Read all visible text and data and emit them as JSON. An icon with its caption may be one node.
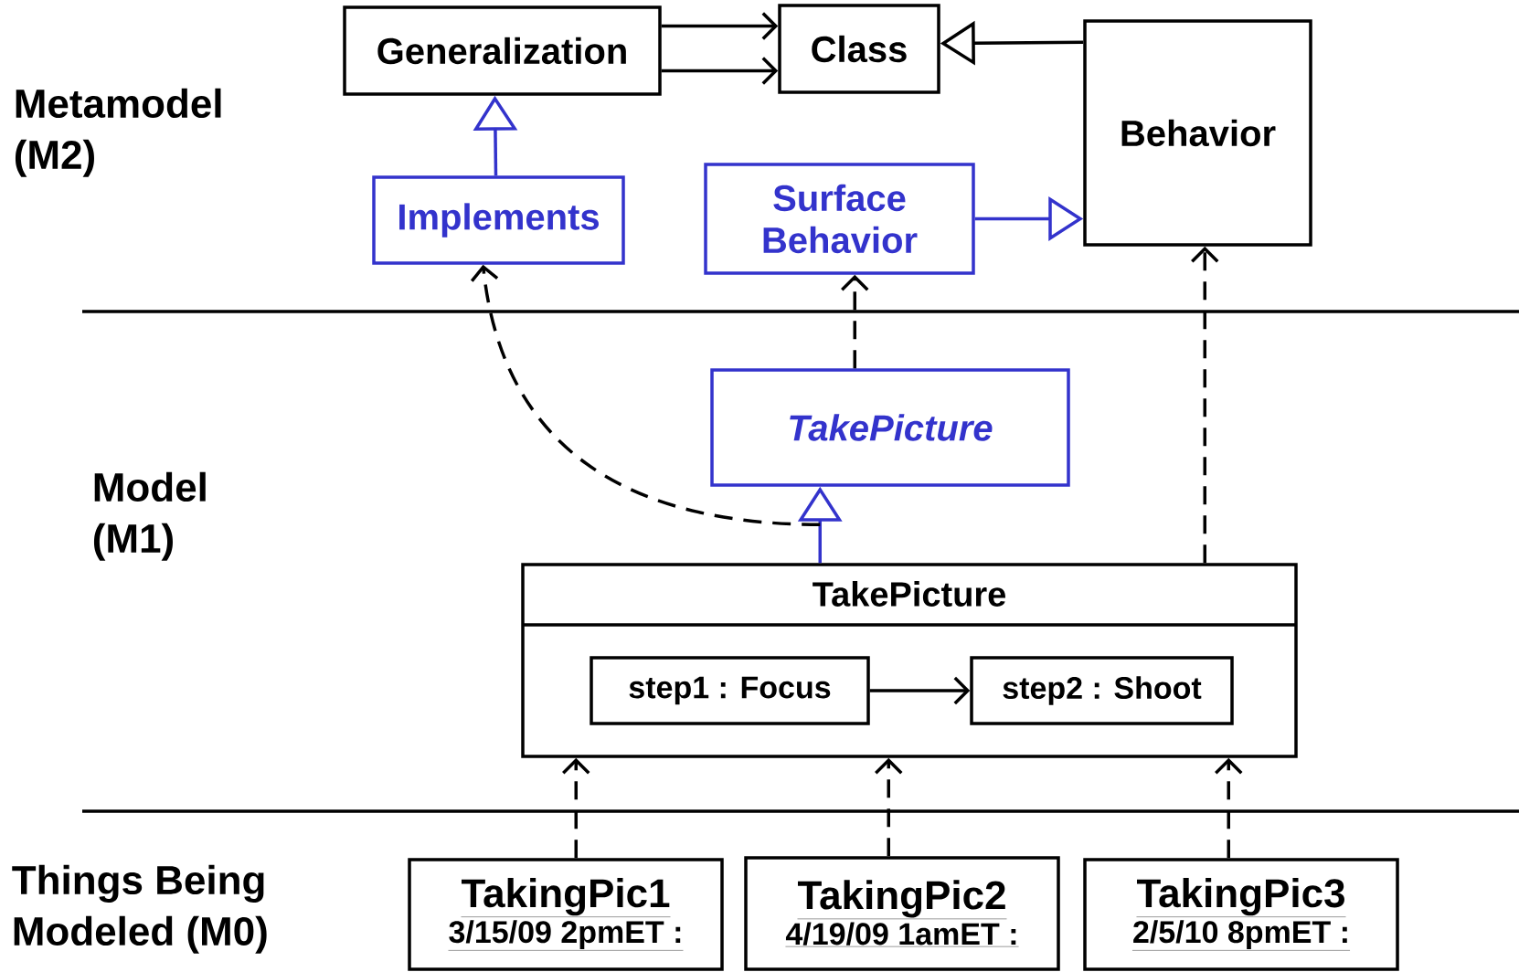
{
  "diagram": {
    "nodes": [
      {
        "text": [
          "Generalization"
        ]
      },
      {
        "text": [
          "Class"
        ]
      },
      {
        "text": [
          "Behavior"
        ]
      },
      {
        "text": [
          "Implements"
        ]
      },
      {
        "text": [
          "Surface Behavior"
        ]
      },
      {
        "text": [
          "TakePicture"
        ]
      },
      {
        "text": [
          "TakePicture"
        ]
      },
      {
        "text": [
          "step1 : Focus"
        ],
        "in": 6
      },
      {
        "text": [
          "step2 : Shoot"
        ],
        "in": 6
      },
      {
        "text": [
          "TakingPic1",
          "3/15/09 2pmET :"
        ]
      },
      {
        "text": [
          "TakingPic2",
          "4/19/09 1amET :"
        ]
      },
      {
        "text": [
          "TakingPic3",
          "2/5/10 8pmET :"
        ]
      }
    ],
    "edges": [
      {
        "from": 0,
        "to": 1,
        "arrow": "to"
      },
      {
        "from": 0,
        "to": 1,
        "arrow": "to"
      },
      {
        "from": 2,
        "to": 1,
        "arrow": "to"
      },
      {
        "from": 3,
        "to": 0,
        "arrow": "to",
        "color": "#3333cc"
      },
      {
        "from": 4,
        "to": 2,
        "arrow": "to",
        "color": "#3333cc"
      },
      {
        "from": 6,
        "to": 5,
        "arrow": "to",
        "color": "#3333cc"
      },
      {
        "from": 6,
        "to": 3,
        "arrow": "to",
        "style": "dashed"
      },
      {
        "from": 5,
        "to": 4,
        "arrow": "to",
        "style": "dashed"
      },
      {
        "from": 6,
        "to": 2,
        "arrow": "to",
        "style": "dashed"
      },
      {
        "from": 7,
        "to": 8,
        "arrow": "to"
      },
      {
        "from": 9,
        "to": 6,
        "arrow": "to",
        "style": "dashed"
      },
      {
        "from": 10,
        "to": 6,
        "arrow": "to",
        "style": "dashed"
      },
      {
        "from": 11,
        "to": 6,
        "arrow": "to",
        "style": "dashed"
      }
    ],
    "labels": [
      "Metamodel (M2)",
      "Model (M1)",
      "Things Being Modeled (M0)"
    ]
  }
}
